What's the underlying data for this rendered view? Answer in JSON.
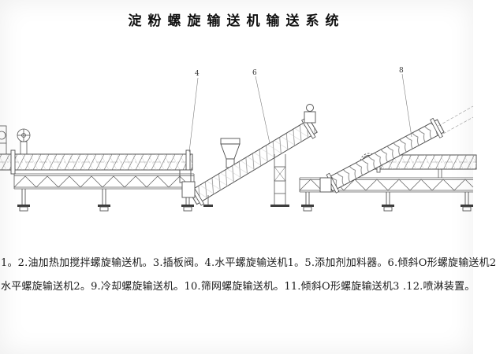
{
  "page": {
    "title": "淀粉螺旋输送机输送系统"
  },
  "callouts": [
    {
      "label": "4"
    },
    {
      "label": "6"
    },
    {
      "label": "8"
    }
  ],
  "caption": {
    "line1": "1。2.油加热加搅拌螺旋输送机。3.插板阀。4.水平螺旋输送机1。5.添加剂加料器。6.倾斜O形螺旋输送机2",
    "line2": "水平螺旋输送机2。9.冷却螺旋输送机。10.筛网螺旋输送机。11.倾斜O形螺旋输送机3 .12.喷淋装置。"
  }
}
